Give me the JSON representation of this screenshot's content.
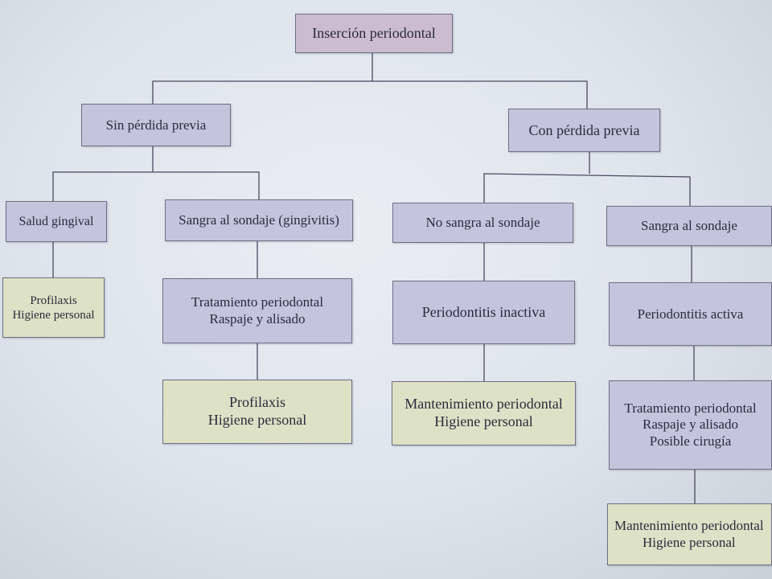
{
  "diagram": {
    "root": {
      "label": "Inserción periodontal"
    },
    "left_branch": {
      "label": "Sin pérdida previa",
      "salud": {
        "label": "Salud gingival",
        "result": {
          "line1": "Profilaxis",
          "line2": "Higiene personal"
        }
      },
      "gingivitis": {
        "label": "Sangra al sondaje (gingivitis)",
        "treatment": {
          "line1": "Tratamiento periodontal",
          "line2": "Raspaje y alisado"
        },
        "result": {
          "line1": "Profilaxis",
          "line2": "Higiene personal"
        }
      }
    },
    "right_branch": {
      "label": "Con pérdida previa",
      "no_sangra": {
        "label": "No sangra al sondaje",
        "diagnosis": {
          "label": "Periodontitis inactiva"
        },
        "result": {
          "line1": "Mantenimiento periodontal",
          "line2": "Higiene personal"
        }
      },
      "sangra": {
        "label": "Sangra al sondaje",
        "diagnosis": {
          "label": "Periodontitis activa"
        },
        "treatment": {
          "line1": "Tratamiento periodontal",
          "line2": "Raspaje y alisado",
          "line3": "Posible cirugía"
        },
        "result": {
          "line1": "Mantenimiento periodontal",
          "line2": "Higiene personal"
        }
      }
    },
    "colors": {
      "root_fill": "#cbbcd0",
      "category_fill": "#c2c5dc",
      "outcome_fill": "#dde1c6",
      "connector": "#4a4a5e"
    }
  }
}
